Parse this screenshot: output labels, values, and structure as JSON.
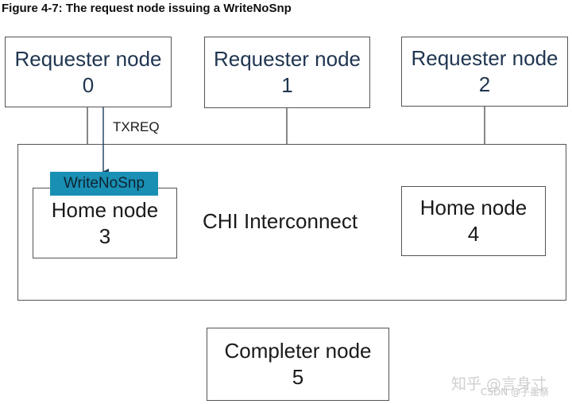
{
  "caption": "Figure 4-7: The request node issuing a WriteNoSnp",
  "nodes": {
    "requester0": {
      "name": "Requester node",
      "id": "0"
    },
    "requester1": {
      "name": "Requester node",
      "id": "1"
    },
    "requester2": {
      "name": "Requester node",
      "id": "2"
    },
    "home3": {
      "name": "Home node",
      "id": "3"
    },
    "home4": {
      "name": "Home node",
      "id": "4"
    },
    "completer5": {
      "name": "Completer node",
      "id": "5"
    }
  },
  "interconnect": "CHI Interconnect",
  "channel_label": "TXREQ",
  "message_tag": "WriteNoSnp",
  "colors": {
    "tag_fill": "#1a8fb4",
    "requester_text": "#1f3550"
  },
  "watermark": {
    "line1": "知乎 @言身寸",
    "line2": "CSDN @子墨祭"
  }
}
